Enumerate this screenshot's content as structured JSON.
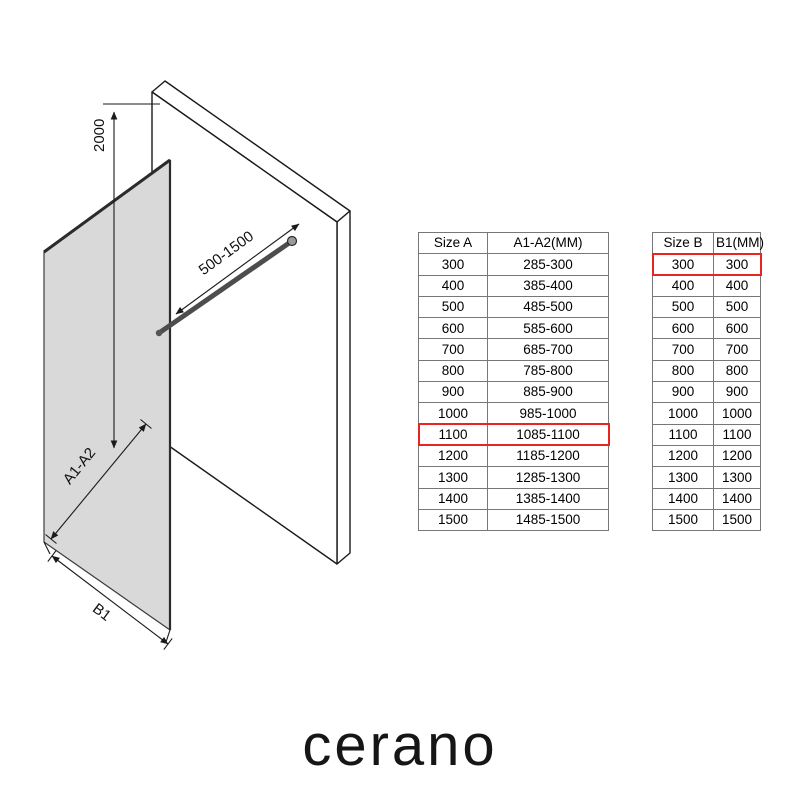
{
  "diagram": {
    "labels": {
      "height": "2000",
      "support_bar_range": "500-1500",
      "width_adjustment": "A1-A2",
      "glass_width": "B1"
    }
  },
  "tables": [
    {
      "name": "size-a",
      "headers": [
        "Size  A",
        "A1-A2(MM)"
      ],
      "rows": [
        [
          "300",
          "285-300"
        ],
        [
          "400",
          "385-400"
        ],
        [
          "500",
          "485-500"
        ],
        [
          "600",
          "585-600"
        ],
        [
          "700",
          "685-700"
        ],
        [
          "800",
          "785-800"
        ],
        [
          "900",
          "885-900"
        ],
        [
          "1000",
          "985-1000"
        ],
        [
          "1100",
          "1085-1100"
        ],
        [
          "1200",
          "1185-1200"
        ],
        [
          "1300",
          "1285-1300"
        ],
        [
          "1400",
          "1385-1400"
        ],
        [
          "1500",
          "1485-1500"
        ]
      ],
      "highlight_row": 8
    },
    {
      "name": "size-b",
      "headers": [
        "Size  B",
        "B1(MM)"
      ],
      "rows": [
        [
          "300",
          "300"
        ],
        [
          "400",
          "400"
        ],
        [
          "500",
          "500"
        ],
        [
          "600",
          "600"
        ],
        [
          "700",
          "700"
        ],
        [
          "800",
          "800"
        ],
        [
          "900",
          "900"
        ],
        [
          "1000",
          "1000"
        ],
        [
          "1100",
          "1100"
        ],
        [
          "1200",
          "1200"
        ],
        [
          "1300",
          "1300"
        ],
        [
          "1400",
          "1400"
        ],
        [
          "1500",
          "1500"
        ]
      ],
      "highlight_row": 0
    }
  ],
  "brand": "cerano",
  "colors": {
    "highlight": "#e8251f",
    "glass": "#d9d9d9",
    "line": "#1a1a1a"
  }
}
